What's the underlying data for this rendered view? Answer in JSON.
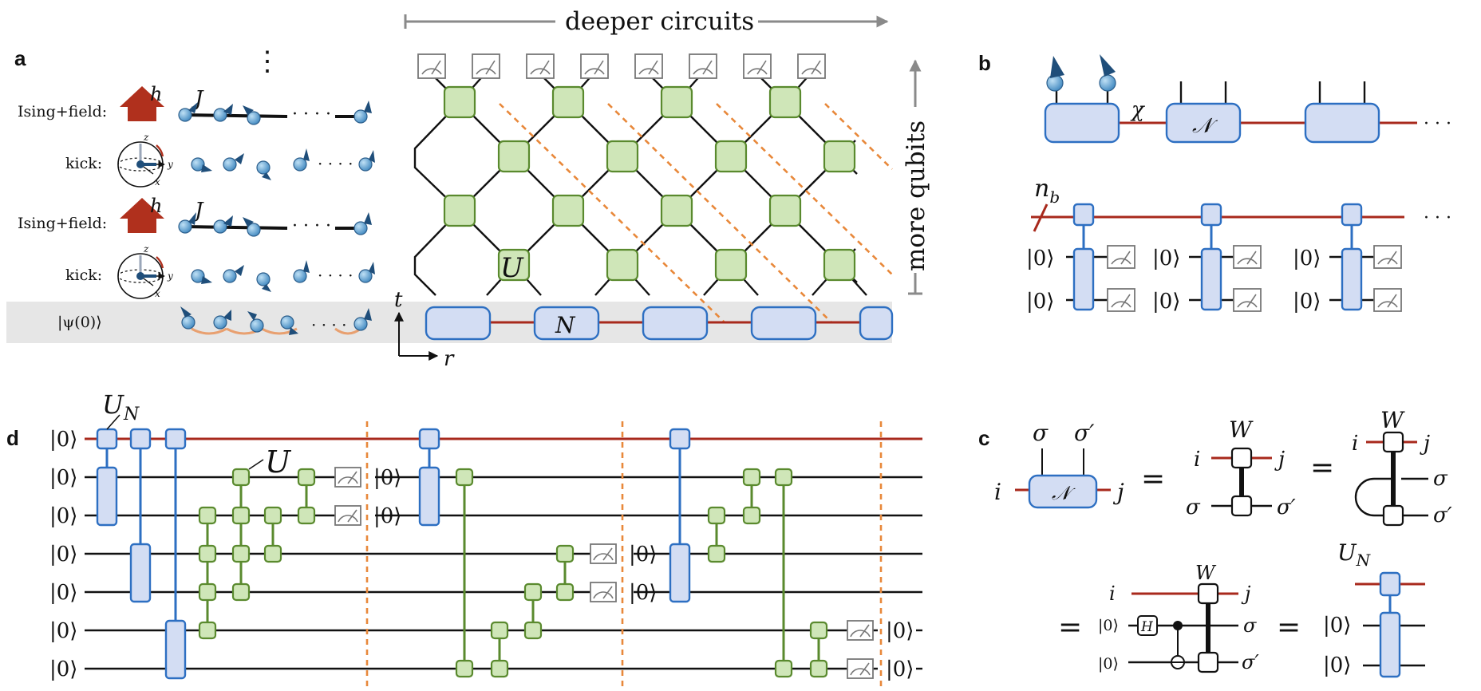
{
  "panels": {
    "a": "a",
    "b": "b",
    "c": "c",
    "d": "d"
  },
  "panel_a": {
    "rows": [
      {
        "label": "Ising+field:",
        "h": "h",
        "J": "J"
      },
      {
        "label": "kick:",
        "z": "z",
        "y": "y",
        "x": "x"
      },
      {
        "label": "Ising+field:",
        "h": "h",
        "J": "J"
      },
      {
        "label": "kick:",
        "z": "z",
        "y": "y",
        "x": "x"
      },
      {
        "label": "|ψ(0)⟩"
      }
    ],
    "dots": "· · · ·",
    "vdots": "⋮",
    "top_arrow": "deeper circuits",
    "side_arrow": "more qubits",
    "gate_U": "U",
    "gate_N": "N",
    "axis_t": "t",
    "axis_r": "r"
  },
  "panel_b": {
    "chi": "χ",
    "gate": "𝒩",
    "nb": "n",
    "nb_sub": "b",
    "ket0": "|0⟩",
    "dots": "· · ·"
  },
  "panel_c": {
    "sigma": "σ",
    "sigma_p": "σ′",
    "i": "i",
    "j": "j",
    "W": "W",
    "gate": "𝒩",
    "eq": "=",
    "H": "H",
    "ket0": "|0⟩",
    "UN": "U",
    "UN_sub": "N"
  },
  "panel_d": {
    "ket0": "|0⟩",
    "UN": "U",
    "UN_sub": "N",
    "U": "U"
  }
}
